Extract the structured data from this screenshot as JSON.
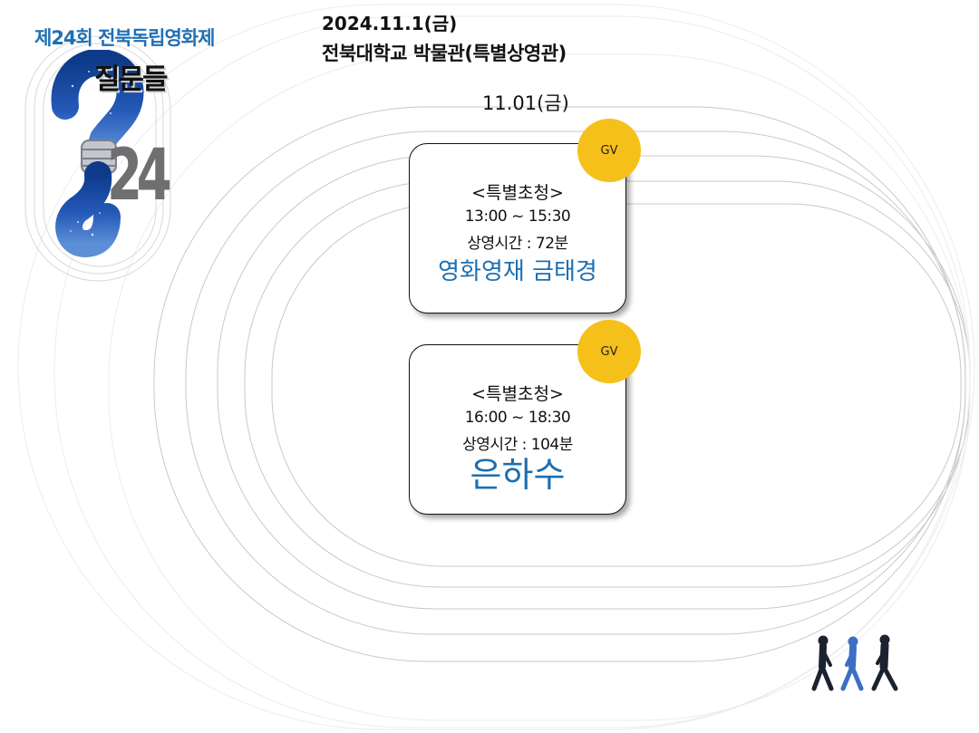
{
  "festival": {
    "title": "제24회 전북독립영화제",
    "logo_subtitle": "질문들",
    "logo_number": "24"
  },
  "event": {
    "date": "2024.11.1(금)",
    "venue": "전북대학교 박물관(특별상영관)",
    "day_label": "11.01(금)"
  },
  "screenings": [
    {
      "badge": "GV",
      "category": "<특별초청>",
      "time": "13:00 ~ 15:30",
      "runtime": "상영시간 : 72분",
      "film": "영화영재 금태경"
    },
    {
      "badge": "GV",
      "category": "<특별초청>",
      "time": "16:00 ~ 18:30",
      "runtime": "상영시간 : 104분",
      "film": "은하수"
    }
  ],
  "colors": {
    "accent_blue": "#1a6fb3",
    "badge_yellow": "#f6c01b",
    "logo_gray": "#6f6f72"
  },
  "icons": [
    "question-mark-logo-icon",
    "walking-people-icon"
  ]
}
